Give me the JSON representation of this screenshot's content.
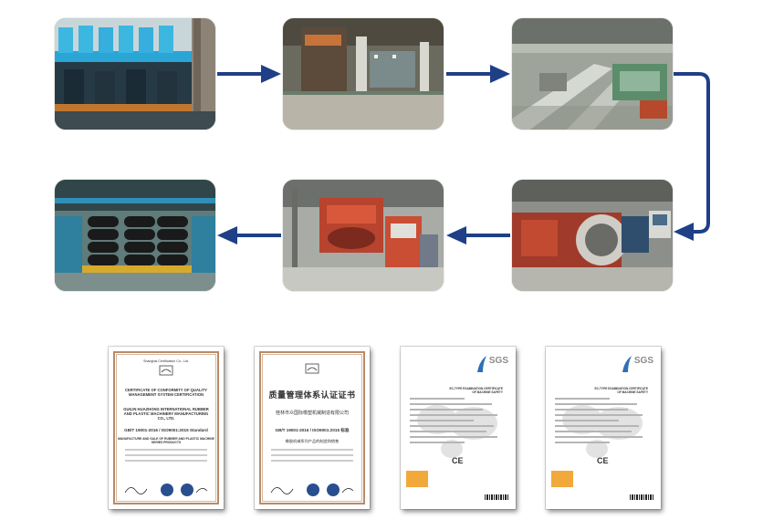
{
  "colors": {
    "arrow": "#1f3f86",
    "frame": "#b98a6a"
  },
  "process_flow": {
    "steps": [
      {
        "name": "mixing-line"
      },
      {
        "name": "workshop-floor"
      },
      {
        "name": "assembly-line"
      },
      {
        "name": "tire-building-machine"
      },
      {
        "name": "curing-press"
      },
      {
        "name": "finished-tires"
      }
    ]
  },
  "certificates": [
    {
      "kind": "iso-en",
      "issuer": "Shanghai Certification Co., Ltd.",
      "title": "CERTIFICATE OF CONFORMITY OF QUALITY MANAGEMENT SYSTEM CERTIFICATION",
      "company": "GUILIN HUAZHONG INTERNATIONAL RUBBER AND PLASTIC MACHINERY MANUFACTURING CO., LTD.",
      "standard": "GB/T 19001-2016 / ISO9001:2015 Standard",
      "scope": "MANUFACTURE AND SALE OF RUBBER AND PLASTIC MACHINE SERIES PRODUCTS"
    },
    {
      "kind": "iso-zh",
      "title": "质量管理体系认证证书",
      "company": "桂林市众国际橡塑机械制造有限公司",
      "standard": "GB/T 19001-2016 / ISO9001:2015 标准",
      "scope": "橡胶机械系列产品的制造和销售"
    },
    {
      "kind": "sgs",
      "brand": "SGS",
      "heading": "EC-TYPE EXAMINATION CERTIFICATE OF MACHINE SAFETY",
      "mark": "CE"
    },
    {
      "kind": "sgs",
      "brand": "SGS",
      "heading": "EC-TYPE EXAMINATION CERTIFICATE OF MACHINE SAFETY",
      "mark": "CE"
    }
  ]
}
